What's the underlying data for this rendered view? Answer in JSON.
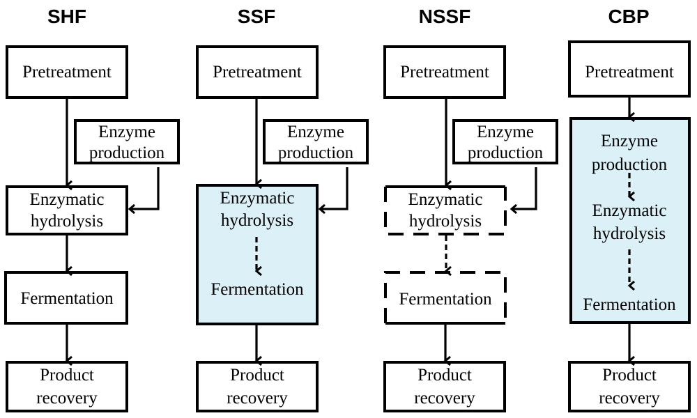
{
  "diagram": {
    "title": "Lignocellulose bioprocess configurations",
    "highlight_color": "#dcf0f8",
    "columns": [
      {
        "id": "shf",
        "title": "SHF",
        "steps": {
          "pretreatment": "Pretreatment",
          "enzyme_production": [
            "Enzyme",
            "production"
          ],
          "enzymatic_hydrolysis": [
            "Enzymatic",
            "hydrolysis"
          ],
          "fermentation": "Fermentation",
          "product_recovery": [
            "Product",
            "recovery"
          ]
        }
      },
      {
        "id": "ssf",
        "title": "SSF",
        "steps": {
          "pretreatment": "Pretreatment",
          "enzyme_production": [
            "Enzyme",
            "production"
          ],
          "enzymatic_hydrolysis": [
            "Enzymatic",
            "hydrolysis"
          ],
          "fermentation": "Fermentation",
          "product_recovery": [
            "Product",
            "recovery"
          ]
        }
      },
      {
        "id": "nssf",
        "title": "NSSF",
        "steps": {
          "pretreatment": "Pretreatment",
          "enzyme_production": [
            "Enzyme",
            "production"
          ],
          "enzymatic_hydrolysis": [
            "Enzymatic",
            "hydrolysis"
          ],
          "fermentation": "Fermentation",
          "product_recovery": [
            "Product",
            "recovery"
          ]
        }
      },
      {
        "id": "cbp",
        "title": "CBP",
        "steps": {
          "pretreatment": "Pretreatment",
          "enzyme_production": [
            "Enzyme",
            "production"
          ],
          "enzymatic_hydrolysis": [
            "Enzymatic",
            "hydrolysis"
          ],
          "fermentation": "Fermentation",
          "product_recovery": [
            "Product",
            "recovery"
          ]
        }
      }
    ]
  }
}
